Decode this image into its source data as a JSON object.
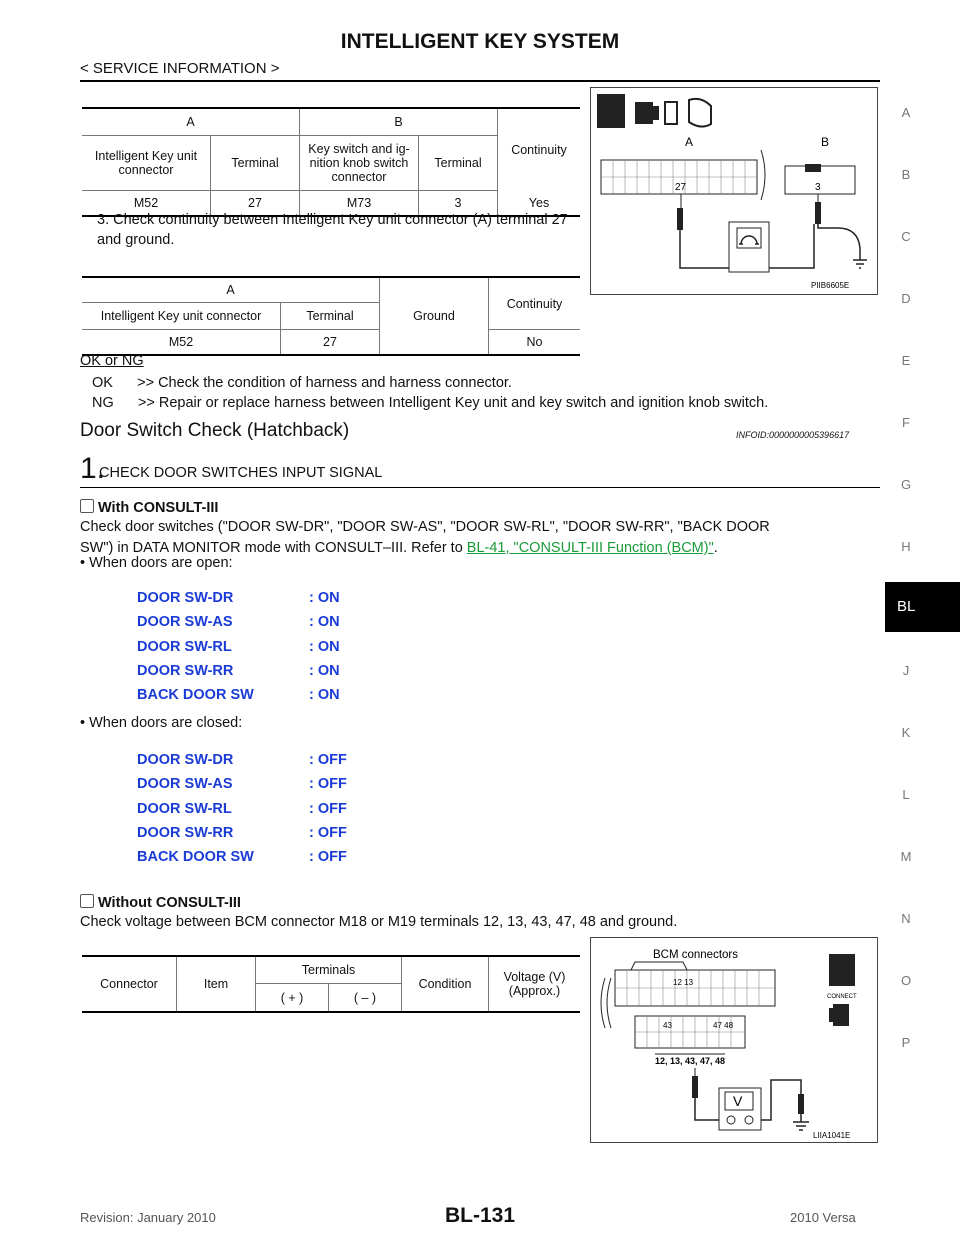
{
  "header": {
    "title": "INTELLIGENT KEY SYSTEM",
    "subtitle": "< SERVICE INFORMATION >"
  },
  "table1": {
    "hdr_a": "A",
    "hdr_b": "B",
    "hdr_continuity": "Continuity",
    "col1": "Intelligent Key unit connector",
    "col2": "Terminal",
    "col3": "Key switch and ig-nition knob switch connector",
    "col4": "Terminal",
    "row": [
      "M52",
      "27",
      "M73",
      "3",
      "Yes"
    ]
  },
  "step3_text": "3.  Check continuity between Intelligent Key unit connector (A) terminal 27 and ground.",
  "table2": {
    "hdr_a": "A",
    "hdr_ground": "Ground",
    "hdr_continuity": "Continuity",
    "col1": "Intelligent Key unit connector",
    "col2": "Terminal",
    "row": [
      "M52",
      "27",
      "No"
    ]
  },
  "ok_ng_label": "OK or NG",
  "ok_line": "OK      >> Check the condition of harness and harness connector.",
  "ng_line": "NG      >> Repair or replace harness between Intelligent Key unit and key switch and ignition knob switch.",
  "section": {
    "title": "Door Switch Check (Hatchback)",
    "infoid": "INFOID:0000000005396617"
  },
  "step1": {
    "num": "1.",
    "title": "CHECK DOOR SWITCHES INPUT SIGNAL"
  },
  "with_consult": {
    "heading": "With CONSULT-III",
    "text1": "Check door switches (\"DOOR SW-DR\", \"DOOR SW-AS\", \"DOOR SW-RL\", \"DOOR SW-RR\", \"BACK DOOR",
    "text2": "SW\") in DATA MONITOR mode with CONSULT–III. Refer to",
    "link": "BL-41, \"CONSULT-III Function (BCM)\"",
    "period": ".",
    "open_label": "•  When doors are open:",
    "closed_label": "•  When doors are closed:"
  },
  "open_values": [
    {
      "name": "DOOR SW-DR",
      "value": ": ON"
    },
    {
      "name": "DOOR SW-AS",
      "value": ": ON"
    },
    {
      "name": "DOOR SW-RL",
      "value": ": ON"
    },
    {
      "name": "DOOR SW-RR",
      "value": ": ON"
    },
    {
      "name": "BACK DOOR SW",
      "value": ": ON"
    }
  ],
  "closed_values": [
    {
      "name": "DOOR SW-DR",
      "value": ": OFF"
    },
    {
      "name": "DOOR SW-AS",
      "value": ": OFF"
    },
    {
      "name": "DOOR SW-RL",
      "value": ": OFF"
    },
    {
      "name": "DOOR SW-RR",
      "value": ": OFF"
    },
    {
      "name": "BACK DOOR SW",
      "value": ": OFF"
    }
  ],
  "without_consult": {
    "heading": "Without CONSULT-III",
    "text": "Check voltage between BCM connector M18 or M19 terminals 12, 13, 43, 47, 48 and ground."
  },
  "table3": {
    "connector": "Connector",
    "item": "Item",
    "terminals": "Terminals",
    "plus": "( + )",
    "minus": "( – )",
    "condition": "Condition",
    "voltage": "Voltage (V) (Approx.)"
  },
  "diagram1": {
    "label_a": "A",
    "label_b": "B",
    "pin_a": "27",
    "pin_b": "3",
    "code": "PIIB6605E"
  },
  "diagram2": {
    "title": "BCM connectors",
    "pins_top": "12  13",
    "pins_bot_a": "43",
    "pins_bot_b": "47  48",
    "terminals": "12, 13, 43, 47, 48",
    "meter": "V",
    "connect": "CONNECT",
    "code": "LIIA1041E"
  },
  "sidebar": {
    "letters": [
      "A",
      "B",
      "C",
      "D",
      "E",
      "F",
      "G",
      "H",
      "BL",
      "J",
      "K",
      "L",
      "M",
      "N",
      "O",
      "P"
    ],
    "active": "BL"
  },
  "footer": {
    "left": "Revision: January 2010",
    "center": "BL-131",
    "right": "2010 Versa"
  }
}
